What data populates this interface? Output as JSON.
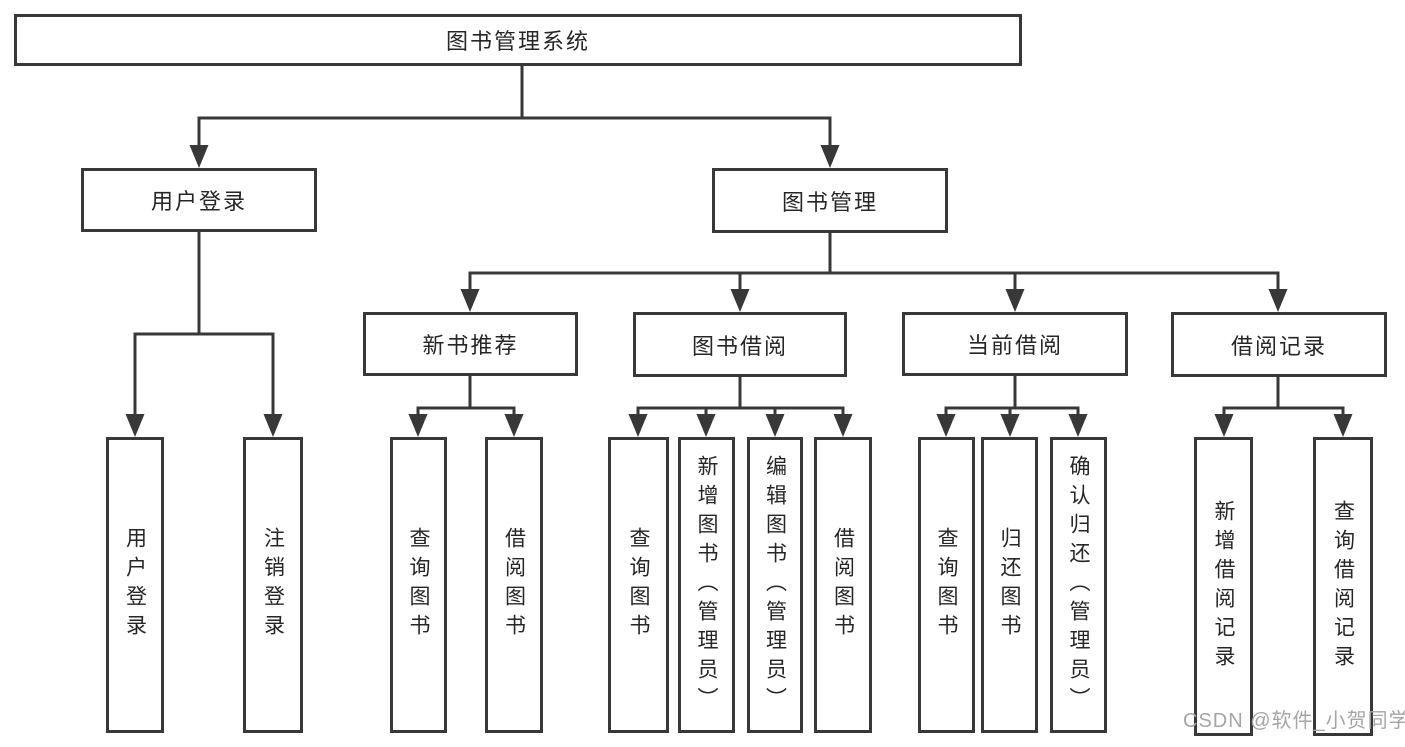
{
  "diagram": {
    "title": "图书管理系统",
    "watermark": "CSDN @软件_小贺同学",
    "colors": {
      "line": "#383838",
      "box_border": "#383838",
      "text": "#262626",
      "background": "#ffffff",
      "watermark": "#a5a5a5"
    },
    "nodes": {
      "root": {
        "label": "图书管理系统"
      },
      "level2": [
        {
          "label": "用户登录"
        },
        {
          "label": "图书管理"
        }
      ],
      "level3": [
        {
          "label": "新书推荐"
        },
        {
          "label": "图书借阅"
        },
        {
          "label": "当前借阅"
        },
        {
          "label": "借阅记录"
        }
      ],
      "leaves": [
        {
          "label": "用户登录"
        },
        {
          "label": "注销登录"
        },
        {
          "label": "查询图书"
        },
        {
          "label": "借阅图书"
        },
        {
          "label": "查询图书"
        },
        {
          "label": "新增图书（管理员）"
        },
        {
          "label": "编辑图书（管理员）"
        },
        {
          "label": "借阅图书"
        },
        {
          "label": "查询图书"
        },
        {
          "label": "归还图书"
        },
        {
          "label": "确认归还（管理员）"
        },
        {
          "label": "新增借阅记录"
        },
        {
          "label": "查询借阅记录"
        }
      ]
    }
  }
}
